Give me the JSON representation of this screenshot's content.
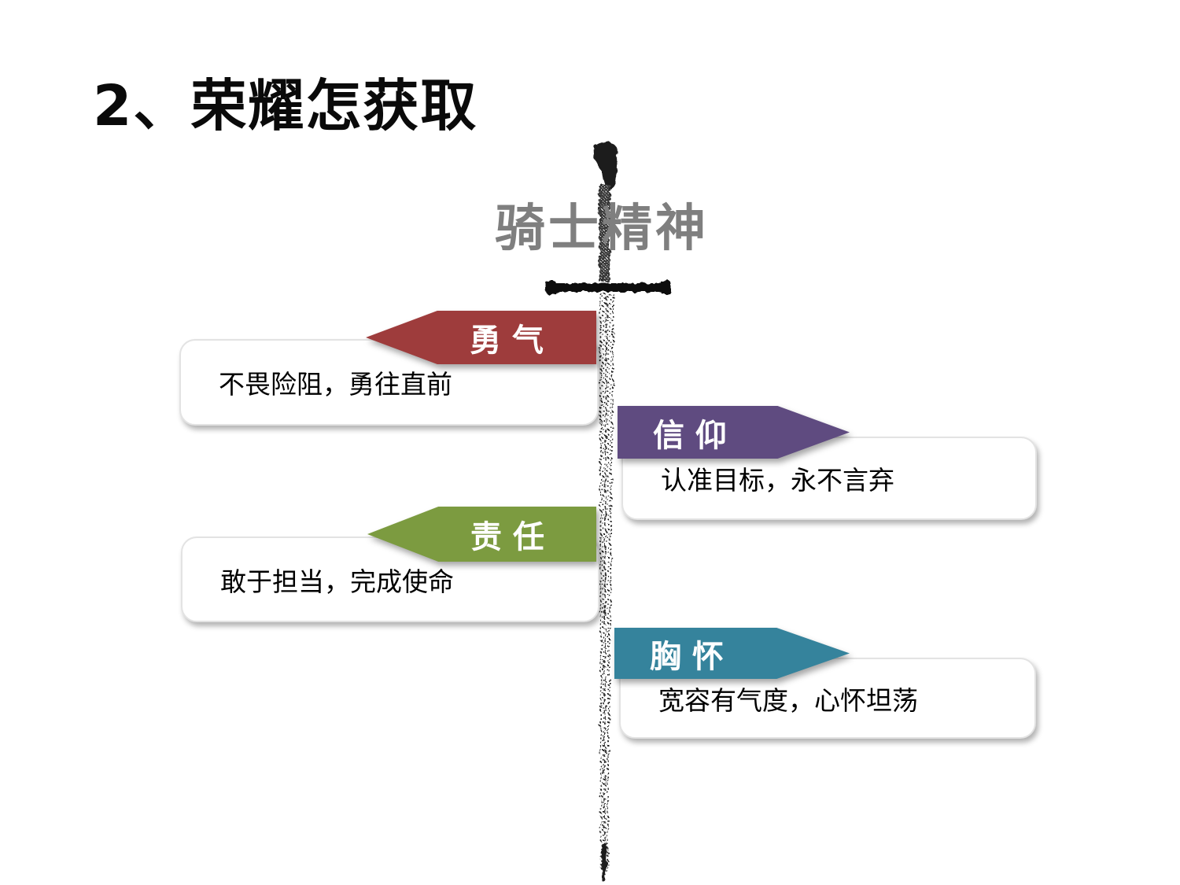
{
  "slide": {
    "title": "2、荣耀怎获取",
    "heading": "骑士精神",
    "heading_color": "#7f7f7f",
    "background_color": "#ffffff",
    "text_color": "#000000"
  },
  "items": [
    {
      "name": "courage",
      "label": "勇 气",
      "desc": "不畏险阻，勇往直前",
      "color": "#9e3c3c",
      "direction": "left"
    },
    {
      "name": "faith",
      "label": "信 仰",
      "desc": "认准目标，永不言弃",
      "color": "#5f4b80",
      "direction": "right"
    },
    {
      "name": "duty",
      "label": "责 任",
      "desc": "敢于担当，完成使命",
      "color": "#7c9b40",
      "direction": "left"
    },
    {
      "name": "breadth",
      "label": "胸 怀",
      "desc": "宽容有气度，心怀坦荡",
      "color": "#35839c",
      "direction": "right"
    }
  ],
  "icons": {
    "sword": "sword-icon"
  }
}
